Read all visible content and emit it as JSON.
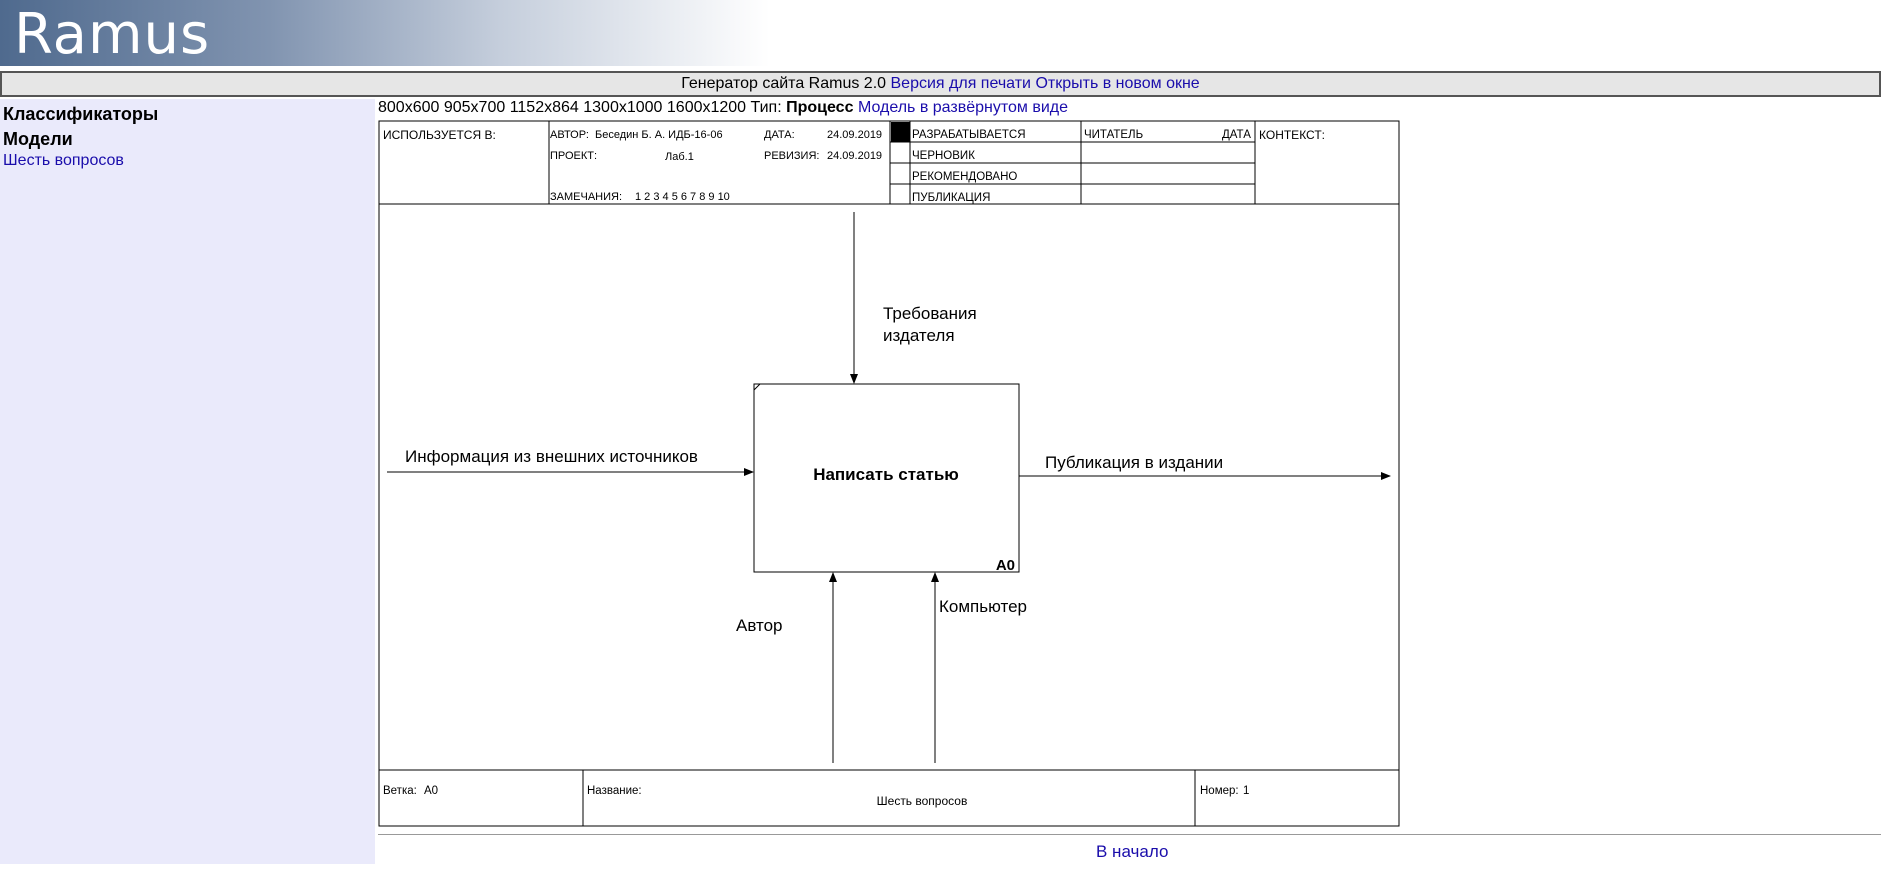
{
  "banner": {
    "title": "Ramus"
  },
  "topbar": {
    "generator": "Генератор сайта Ramus 2.0",
    "print_link": "Версия для печати",
    "newwin_link": "Открыть в новом окне"
  },
  "sidebar": {
    "classifiers": "Классификаторы",
    "models": "Модели",
    "six_questions": "Шесть вопросов"
  },
  "toolbar": {
    "sizes": [
      "800x600",
      "905x700",
      "1152x864",
      "1300x1000",
      "1600x1200"
    ],
    "type_label": "Тип:",
    "type_value": "Процесс",
    "expanded_link": "Модель в развёрнутом виде"
  },
  "header": {
    "used_in": "ИСПОЛЬЗУЕТСЯ В:",
    "author_label": "АВТОР:",
    "author_value": "Беседин Б. А.  ИДБ-16-06",
    "date_label": "ДАТА:",
    "date_value": "24.09.2019",
    "project_label": "ПРОЕКТ:",
    "project_value": "Лаб.1",
    "revision_label": "РЕВИЗИЯ:",
    "revision_value": "24.09.2019",
    "notes_label": "ЗАМЕЧАНИЯ:",
    "notes_value": "1 2 3 4 5 6 7 8 9 10",
    "status_rows": [
      "РАЗРАБАТЫВАЕТСЯ",
      "ЧЕРНОВИК",
      "РЕКОМЕНДОВАНО",
      "ПУБЛИКАЦИЯ"
    ],
    "reader_label": "ЧИТАТЕЛЬ",
    "reader_date_label": "ДАТА",
    "context_label": "КОНТЕКСТ:"
  },
  "diagram": {
    "box_label": "Написать статью",
    "box_number": "A0",
    "control_line1": "Требования",
    "control_line2": "издателя",
    "input_label": "Информация из внешних источников",
    "output_label": "Публикация в издании",
    "mechanism1_label": "Автор",
    "mechanism2_label": "Компьютер"
  },
  "footer_table": {
    "branch_label": "Ветка:",
    "branch_value": "A0",
    "name_label": "Название:",
    "name_value": "Шесть вопросов",
    "number_label": "Номер:",
    "number_value": "1"
  },
  "footer": {
    "home_link": "В начало"
  }
}
